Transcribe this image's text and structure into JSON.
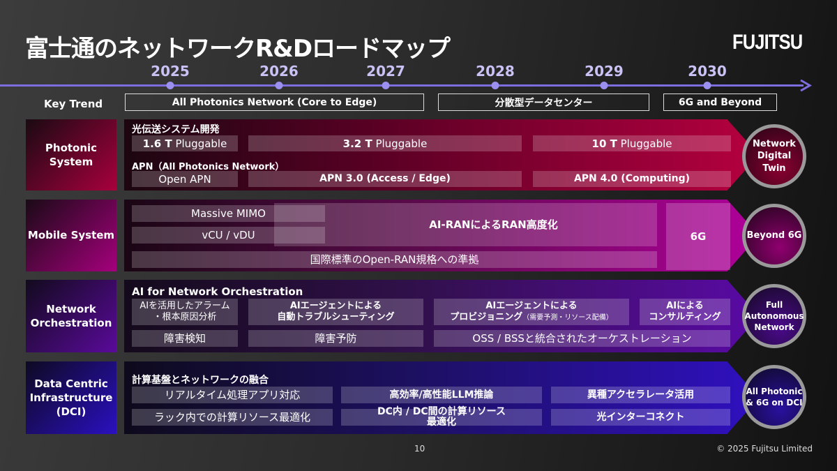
{
  "title": "富士通のネットワークR&Dロードマップ",
  "logo": "FUJITSU",
  "years": [
    "2025",
    "2026",
    "2027",
    "2028",
    "2029",
    "2030"
  ],
  "key_trend": {
    "label": "Key Trend",
    "items": [
      "All Photonics Network (Core to Edge)",
      "分散型データセンター",
      "6G and Beyond"
    ]
  },
  "rows": {
    "photonic": {
      "label": "Photonic System",
      "goal": "Network Digital Twin",
      "heading1": "光伝送システム開発",
      "p1_b": "1.6 T",
      "p1": " Pluggable",
      "p2_b": "3.2 T",
      "p2": " Pluggable",
      "p3_b": "10 T",
      "p3": " Pluggable",
      "heading2": "APN（All Photonics Network）",
      "a1": "Open APN",
      "a2": "APN 3.0 (Access / Edge)",
      "a3": "APN 4.0 (Computing)"
    },
    "mobile": {
      "label": "Mobile System",
      "goal": "Beyond 6G",
      "m1": "Massive MIMO",
      "m2": "vCU / vDU",
      "m3": "AI-RANによるRAN高度化",
      "m4": "6G",
      "m5": "国際標準のOpen-RAN規格への準拠"
    },
    "orch": {
      "label": "Network Orchestration",
      "goal": "Full Autonomous Network",
      "heading": "AI for Network Orchestration",
      "o1a": "AIを活用したアラーム",
      "o1b": "・根本原因分析",
      "o2a": "AIエージェントによる",
      "o2b": "自動トラブルシューティング",
      "o3a": "AIエージェントによる",
      "o3b": "プロビジョニング",
      "o3c": "（需要予測・リソース配備）",
      "o4a": "AIによる",
      "o4b": "コンサルティング",
      "o5": "障害検知",
      "o6": "障害予防",
      "o7": "OSS / BSSと統合されたオーケストレーション"
    },
    "dci": {
      "label": "Data Centric Infrastructure (DCI)",
      "goal": "All Photonic & 6G on DCI",
      "heading": "計算基盤とネットワークの融合",
      "d1": "リアルタイム処理アプリ対応",
      "d2": "高効率/高性能LLM推論",
      "d3": "異種アクセラレータ活用",
      "d4": "ラック内での計算リソース最適化",
      "d5a": "DC内 / DC間の計算リソース",
      "d5b": "最適化",
      "d6": "光インターコネクト"
    }
  },
  "footer": {
    "page": "10",
    "copyright": "© 2025 Fujitsu Limited"
  }
}
